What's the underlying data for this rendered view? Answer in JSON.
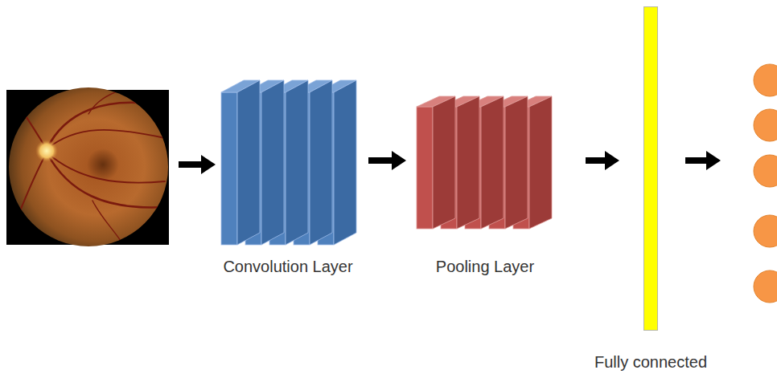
{
  "diagram": {
    "nodes": [
      {
        "text": [
          "Convolution Layer"
        ]
      },
      {
        "text": [
          "Pooling Layer"
        ]
      },
      {
        "text": [
          "Fully connected"
        ]
      }
    ],
    "edges": [
      {
        "from": 0,
        "to": 1,
        "arrow": "to"
      },
      {
        "from": 1,
        "to": 2,
        "arrow": "to"
      }
    ]
  }
}
